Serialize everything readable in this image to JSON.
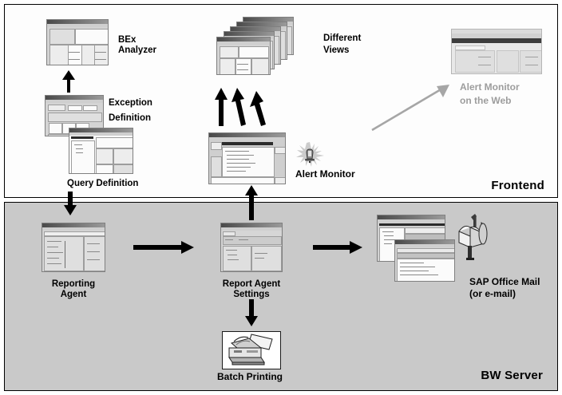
{
  "diagram": {
    "panels": [
      {
        "id": "frontend",
        "label": "Frontend",
        "bg": "#fdfdfd"
      },
      {
        "id": "bw_server",
        "label": "BW Server",
        "bg": "#c9c9c9"
      }
    ],
    "frontend_nodes": [
      {
        "id": "bex_analyzer",
        "label": "BEx\nAnalyzer",
        "kind": "screenshot"
      },
      {
        "id": "exception_definition",
        "label": "Exception\nDefinition",
        "kind": "screenshot"
      },
      {
        "id": "query_definition",
        "label": "Query Definition",
        "kind": "screenshot"
      },
      {
        "id": "different_views",
        "label": "Different\nViews",
        "kind": "screenshot-stack"
      },
      {
        "id": "alert_monitor",
        "label": "Alert Monitor",
        "kind": "screenshot+icon"
      },
      {
        "id": "alert_monitor_web",
        "label": "Alert Monitor\non the Web",
        "kind": "screenshot",
        "text_color": "#9d9d9d"
      }
    ],
    "bw_server_nodes": [
      {
        "id": "reporting_agent",
        "label": "Reporting\nAgent",
        "kind": "screenshot"
      },
      {
        "id": "report_agent_settings",
        "label": "Report Agent\nSettings",
        "kind": "screenshot"
      },
      {
        "id": "batch_printing",
        "label": "Batch Printing",
        "kind": "icon",
        "icon": "printer-icon"
      },
      {
        "id": "sap_office_mail",
        "label": "SAP Office Mail\n(or e-mail)",
        "kind": "screenshot+icon",
        "icon": "mailbox-icon"
      }
    ],
    "connectors": [
      {
        "id": "query-to-bex",
        "from": "query_definition",
        "to": "bex_analyzer",
        "direction": "up",
        "color": "#000000"
      },
      {
        "id": "views-up-1",
        "from": "alert_monitor",
        "to": "different_views",
        "direction": "up",
        "color": "#000000"
      },
      {
        "id": "views-up-2",
        "from": "alert_monitor",
        "to": "different_views",
        "direction": "up-tilt",
        "color": "#000000"
      },
      {
        "id": "views-up-3",
        "from": "alert_monitor",
        "to": "different_views",
        "direction": "up-tilt2",
        "color": "#000000"
      },
      {
        "id": "alert-to-web",
        "from": "alert_monitor",
        "to": "alert_monitor_web",
        "direction": "diagonal",
        "color": "#a6a6a6"
      },
      {
        "id": "settings-to-alert",
        "from": "report_agent_settings",
        "to": "alert_monitor",
        "direction": "up",
        "color": "#000000"
      },
      {
        "id": "query-to-reporting",
        "from": "query_definition",
        "to": "reporting_agent",
        "direction": "down",
        "color": "#000000"
      },
      {
        "id": "reporting-to-settings",
        "from": "reporting_agent",
        "to": "report_agent_settings",
        "direction": "right",
        "color": "#000000"
      },
      {
        "id": "settings-to-printing",
        "from": "report_agent_settings",
        "to": "batch_printing",
        "direction": "down",
        "color": "#000000"
      },
      {
        "id": "settings-to-mail",
        "from": "report_agent_settings",
        "to": "sap_office_mail",
        "direction": "right",
        "color": "#000000"
      }
    ],
    "colors": {
      "frontend_bg": "#fdfdfd",
      "bw_server_bg": "#c9c9c9",
      "border": "#000000",
      "arrow_black": "#000000",
      "arrow_grey": "#a6a6a6",
      "text": "#000000",
      "text_muted": "#9d9d9d"
    }
  }
}
